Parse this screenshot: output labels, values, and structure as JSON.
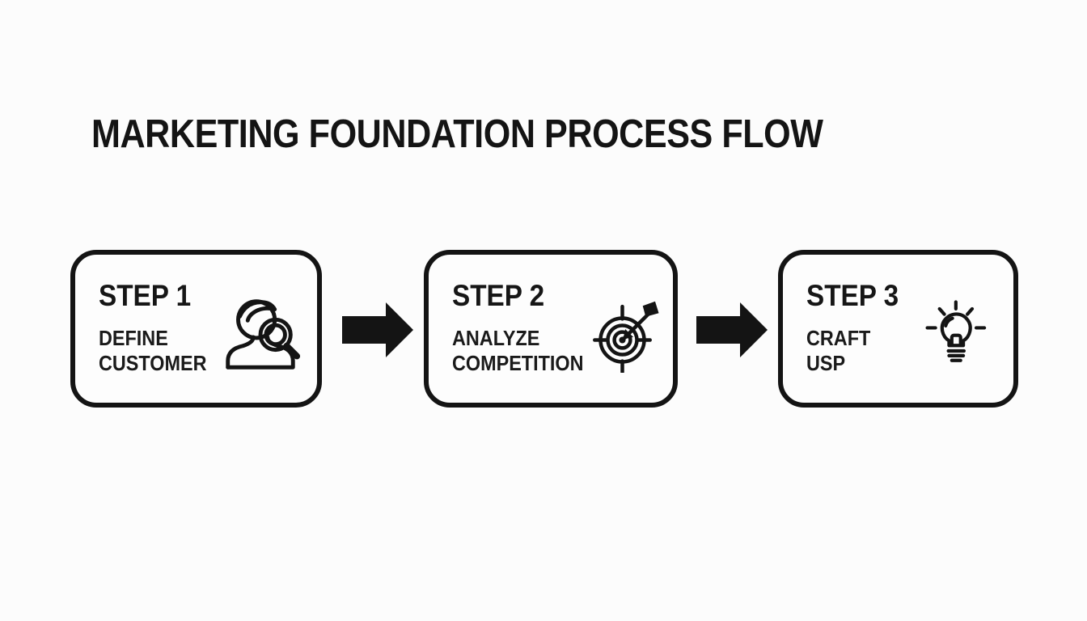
{
  "title": "MARKETING FOUNDATION PROCESS FLOW",
  "colors": {
    "ink": "#141414",
    "background": "#fcfcfc",
    "card_fill": "#fdfdfd"
  },
  "steps": [
    {
      "step_label": "STEP 1",
      "label_lines": [
        "DEFINE",
        "CUSTOMER"
      ],
      "icon": "customer-search-icon"
    },
    {
      "step_label": "STEP 2",
      "label_lines": [
        "ANALYZE",
        "COMPETITION"
      ],
      "icon": "target-arrow-icon"
    },
    {
      "step_label": "STEP 3",
      "label_lines": [
        "CRAFT",
        "USP"
      ],
      "icon": "lightbulb-icon"
    }
  ],
  "connectors": [
    {
      "icon": "arrow-right-icon"
    },
    {
      "icon": "arrow-right-icon"
    }
  ]
}
